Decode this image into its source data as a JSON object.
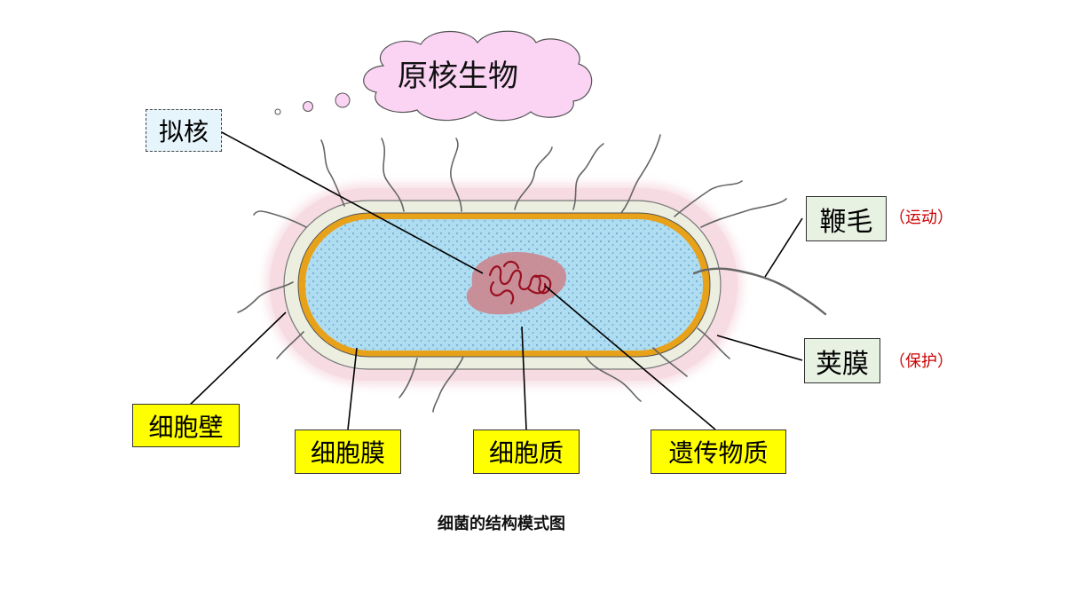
{
  "title": "原核生物",
  "caption": "细菌的结构模式图",
  "labels": {
    "nucleoid": "拟核",
    "flagellum": "鞭毛",
    "flagellum_note": "（运动）",
    "capsule": "荚膜",
    "capsule_note": "（保护）",
    "cell_wall": "细胞壁",
    "cell_membrane": "细胞膜",
    "cytoplasm": "细胞质",
    "genetic_material": "遗传物质"
  },
  "colors": {
    "capsule": "#f6dce2",
    "cell_wall": "#ecefe0",
    "membrane": "#e8a21a",
    "cytoplasm": "#aedcf0",
    "nucleoid": "#c98a93",
    "dna": "#9a0f1f",
    "cloud": "#fbd4f4",
    "label_yellow": "#ffff00"
  }
}
